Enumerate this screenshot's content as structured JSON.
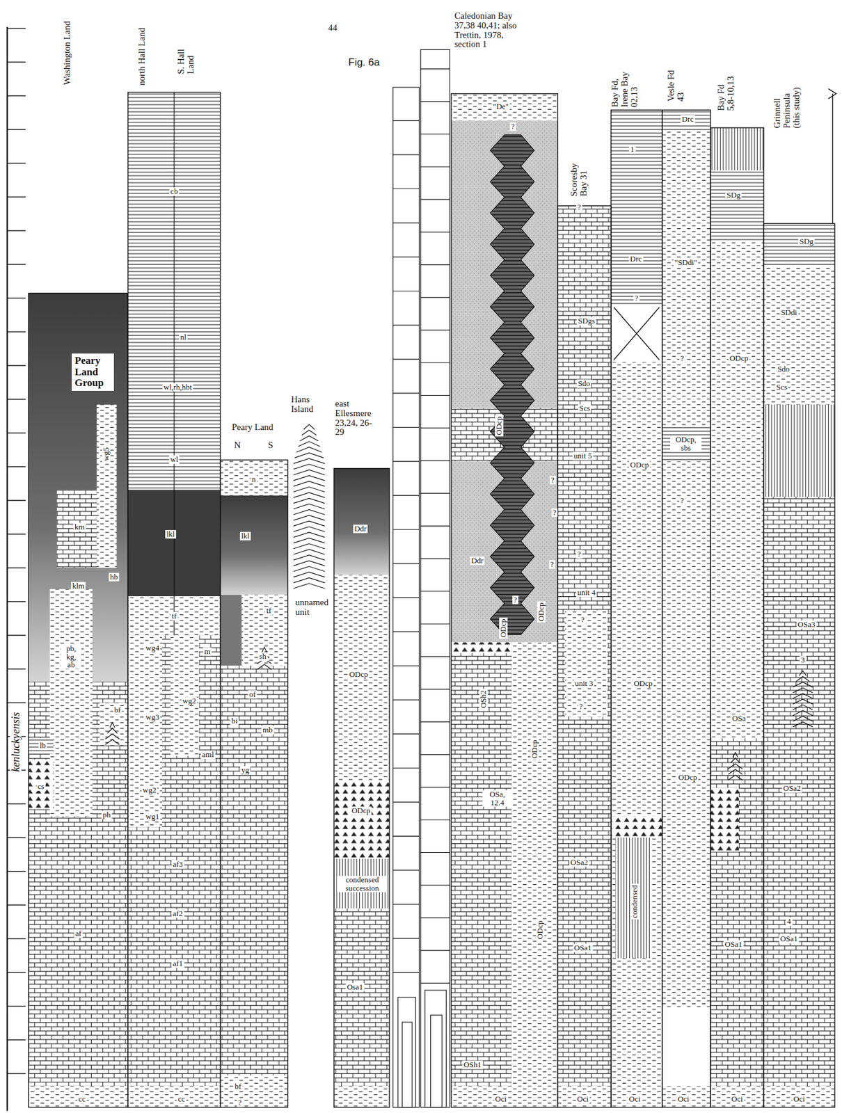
{
  "diagram": {
    "nodes": [
      {
        "text": [
          "Peary Land Group"
        ]
      }
    ],
    "labels": [
      "44",
      "Fig. 6a",
      "Caledonian Bay 37,38 40,41; also Trettin, 1978, section 1",
      "Washington Land",
      "north Hall Land",
      "S. Hall Land",
      "Peary Land",
      "N",
      "S",
      "Hans Island",
      "east Ellesmere 23,24, 26-29",
      "Scoresby Bay 31",
      "Bay Fd, Irene Bay 02,13",
      "Vesle Fd 43",
      "Bay Fd 5,8-10,13",
      "Grinnell Peninsula (this study)",
      "kenluckyensis",
      "unnamed unit",
      "km",
      "wg5",
      "hb",
      "klm",
      "pb, kg, ab",
      "bf",
      "lb",
      "cs",
      "ph",
      "af",
      "cc",
      "cb",
      "nl",
      "wl,rh,hbt",
      "wl",
      "lkl",
      "tf",
      "wg4",
      "m",
      "wg3",
      "wg2",
      "aml",
      "wg2",
      "wg1",
      "af3",
      "af2",
      "af1",
      "cc",
      "n",
      "lkl",
      "tf",
      "sh",
      "of",
      "bi",
      "mb",
      "yg",
      "bf",
      "?",
      "Ddr",
      "ODcp",
      "ODcp",
      "condensed succession",
      "Osa1",
      "\"De\"",
      "?",
      "ODcp",
      "?",
      "?",
      "Ddr",
      "?",
      "ODcp",
      "?",
      "ODcp",
      "OSh2",
      "OSa, 12.4",
      "ODcp",
      "ODcp",
      "OSh1",
      "Oci",
      "?",
      "SDgs",
      "Sdo",
      "Scs",
      "unit 5",
      "?",
      "unit 4",
      "?",
      "unit 3",
      "?",
      "OSa2",
      "OSa1",
      "Oci",
      "1",
      "Drc",
      "?",
      "ODcp",
      "ODcp",
      "condensed",
      "Oci",
      "Drc",
      "\"SDdi\"",
      "?",
      "ODcp, sbs",
      "?",
      "ODcp",
      "Oci",
      "SDg",
      "ODcp",
      "OSa",
      "OSa1",
      "Oci",
      "SDg",
      "SDdi",
      "Sdo",
      "Scs",
      "OSa3",
      "3",
      "OSa2",
      "4",
      "OSa1",
      "Oci"
    ]
  }
}
